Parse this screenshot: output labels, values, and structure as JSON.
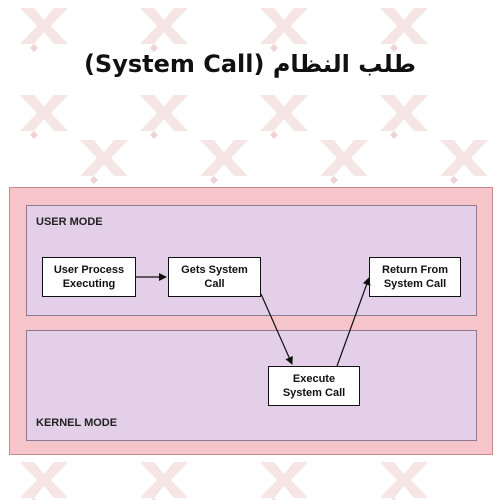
{
  "title": "طلب النظام (System Call)",
  "user_mode": {
    "label": "USER MODE",
    "boxes": {
      "user_process": "User Process\nExecuting",
      "gets_system_call": "Gets System\nCall",
      "return_from": "Return From\nSystem Call"
    }
  },
  "kernel_mode": {
    "label": "KERNEL MODE",
    "boxes": {
      "execute": "Execute\nSystem Call"
    }
  },
  "colors": {
    "outer_fill": "#f5c5c9",
    "mode_fill": "#e3cfe7",
    "watermark": "#e9b8b8"
  }
}
